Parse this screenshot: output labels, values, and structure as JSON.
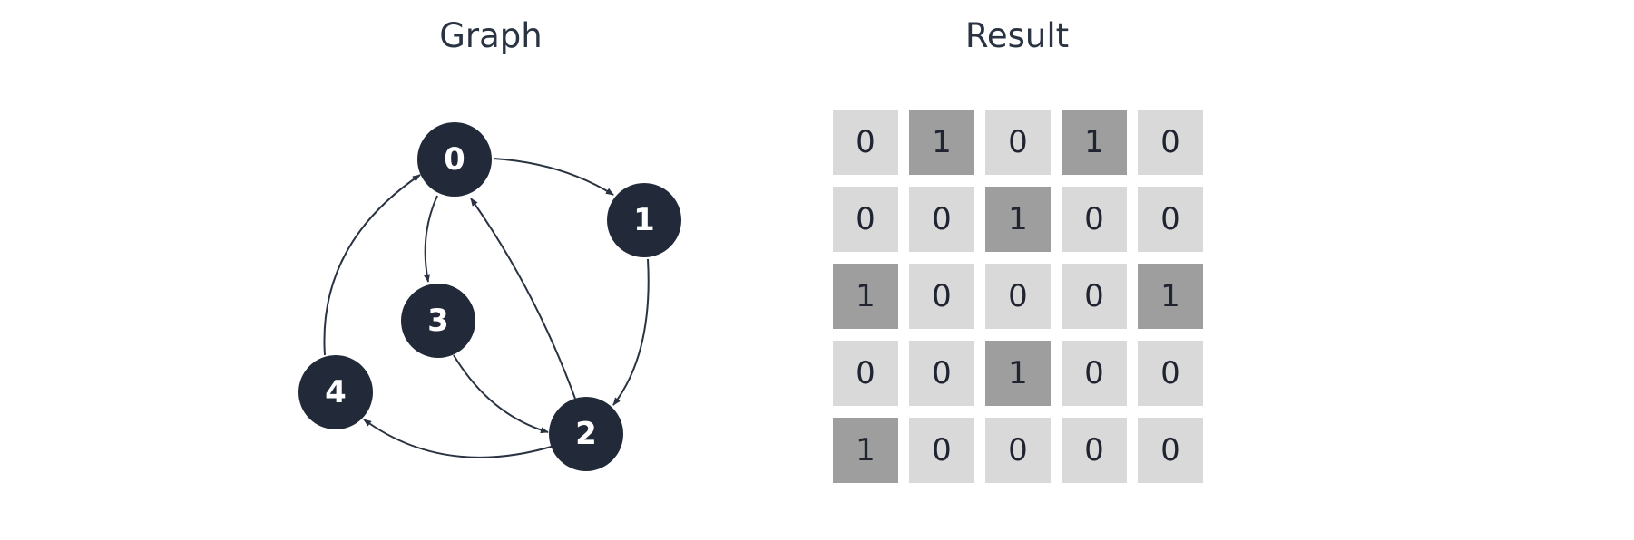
{
  "titles": {
    "graph": "Graph",
    "result": "Result"
  },
  "colors": {
    "node_fill": "#222a3a",
    "node_text": "#ffffff",
    "edge": "#2a3342",
    "cell_zero": "#d9d9d9",
    "cell_one": "#9e9e9e",
    "title": "#2a3342"
  },
  "graph": {
    "nodes": [
      {
        "id": "0",
        "label": "0"
      },
      {
        "id": "1",
        "label": "1"
      },
      {
        "id": "2",
        "label": "2"
      },
      {
        "id": "3",
        "label": "3"
      },
      {
        "id": "4",
        "label": "4"
      }
    ],
    "edges": [
      {
        "from": "0",
        "to": "1"
      },
      {
        "from": "0",
        "to": "3"
      },
      {
        "from": "1",
        "to": "2"
      },
      {
        "from": "2",
        "to": "0"
      },
      {
        "from": "2",
        "to": "4"
      },
      {
        "from": "3",
        "to": "2"
      },
      {
        "from": "4",
        "to": "0"
      }
    ]
  },
  "matrix": [
    [
      "0",
      "1",
      "0",
      "1",
      "0"
    ],
    [
      "0",
      "0",
      "1",
      "0",
      "0"
    ],
    [
      "1",
      "0",
      "0",
      "0",
      "1"
    ],
    [
      "0",
      "0",
      "1",
      "0",
      "0"
    ],
    [
      "1",
      "0",
      "0",
      "0",
      "0"
    ]
  ]
}
